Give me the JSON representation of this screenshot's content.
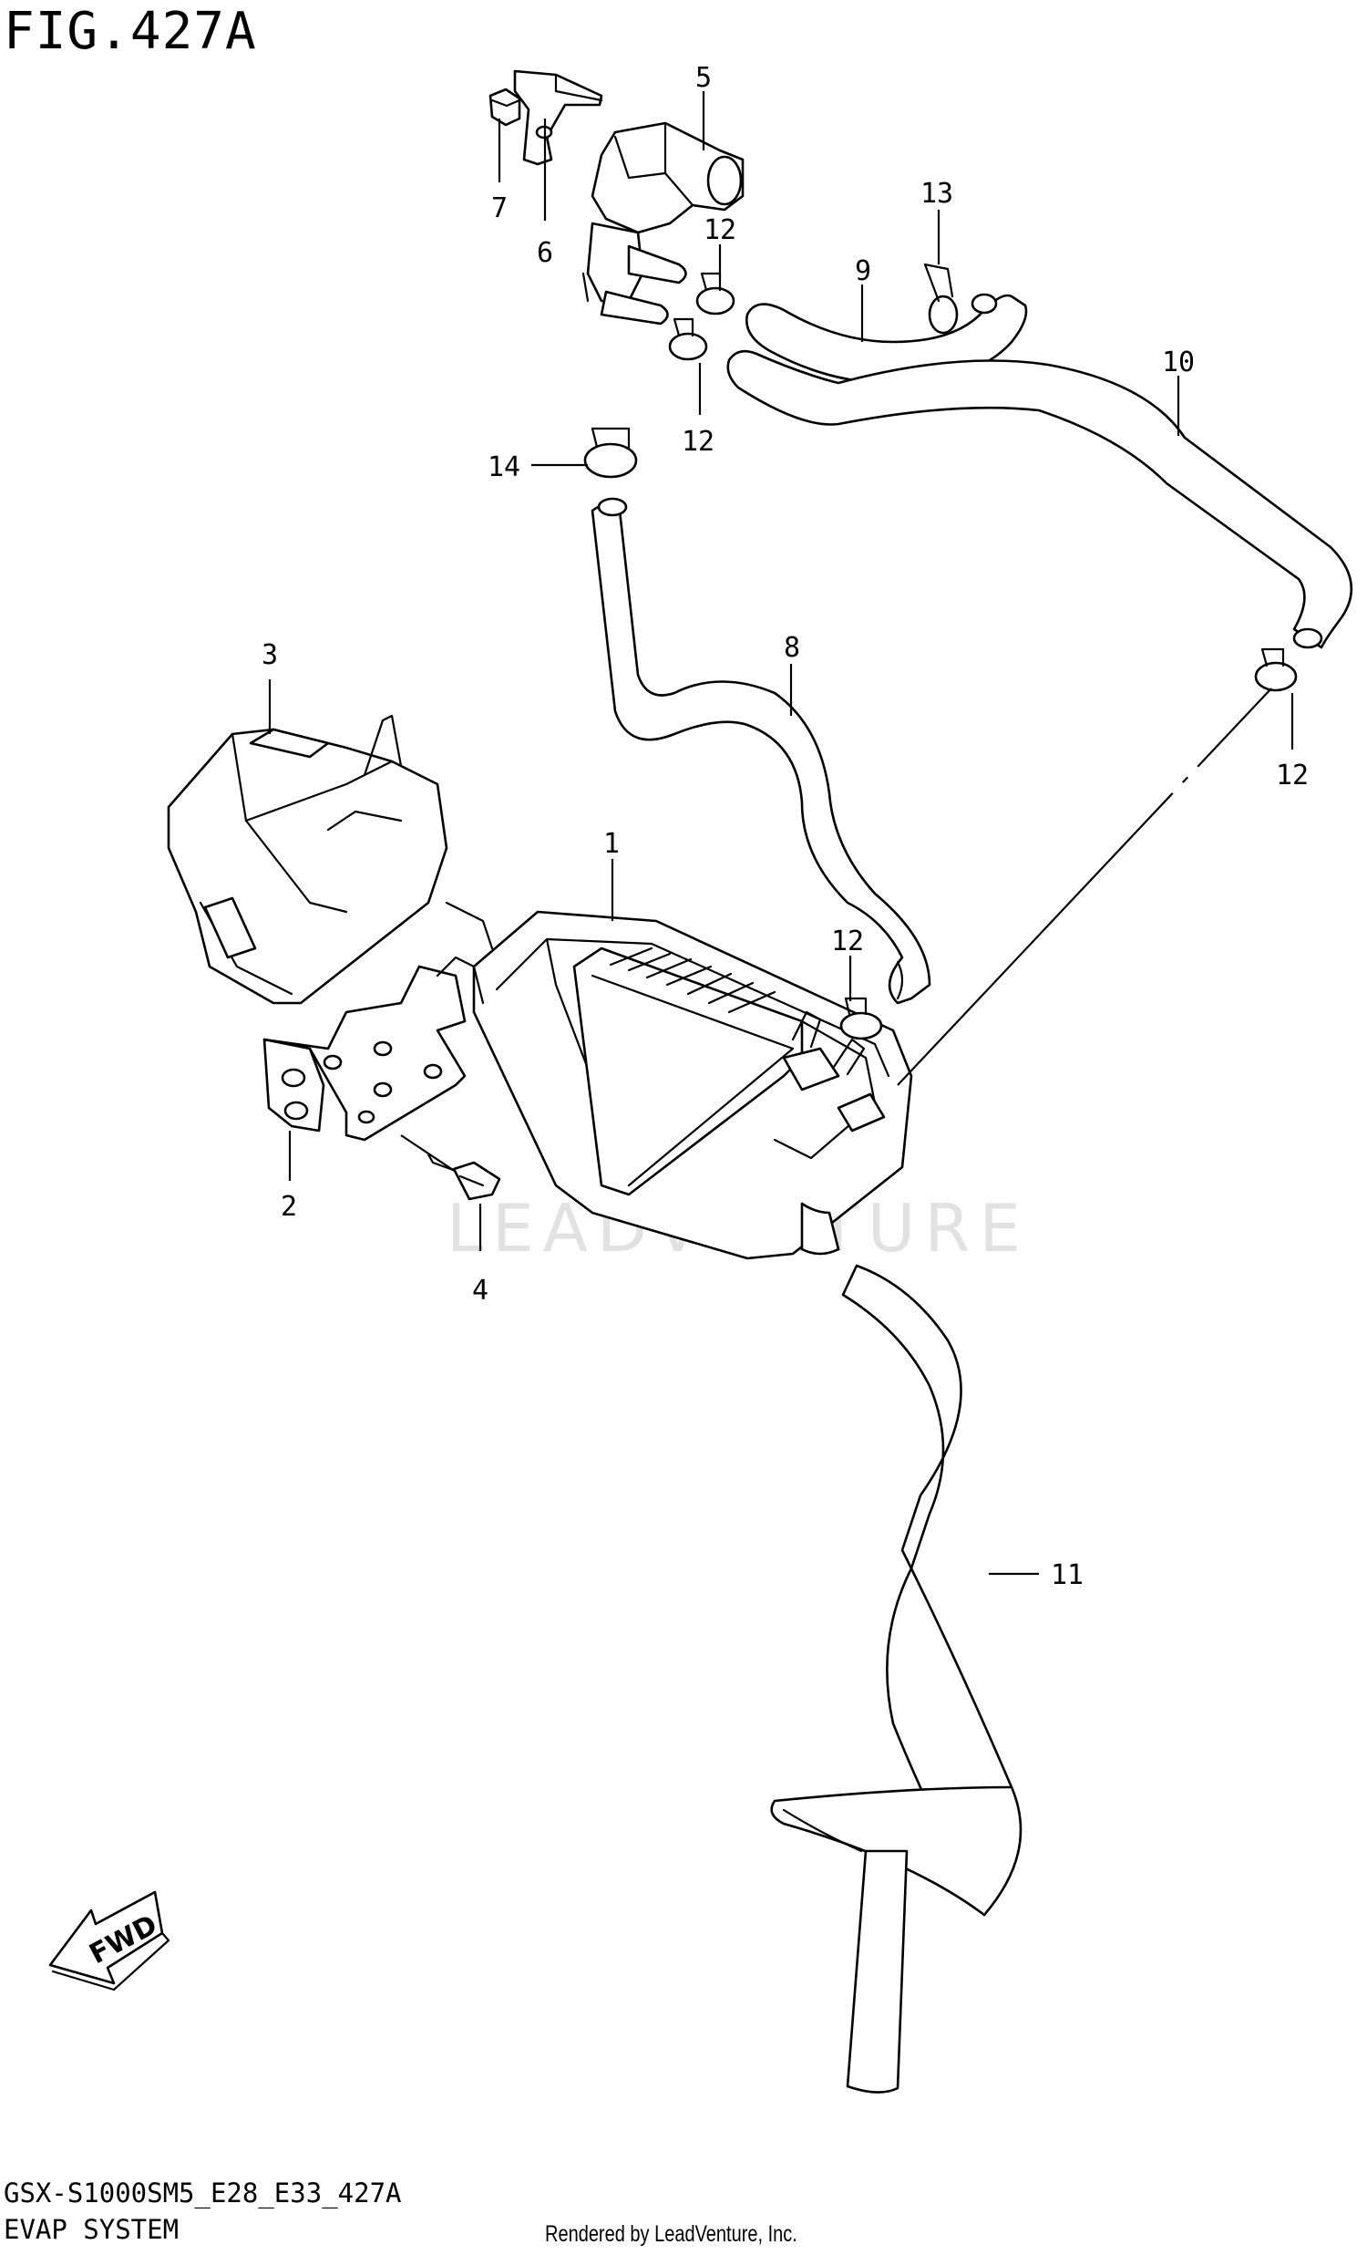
{
  "figure": {
    "title": "FIG.427A",
    "model_code": "GSX-S1000SM5_E28_E33_427A",
    "subtitle": "EVAP SYSTEM",
    "credit": "Rendered by LeadVenture, Inc.",
    "watermark": "LEADVENTURE",
    "direction_marker": "FWD"
  },
  "callouts": [
    {
      "id": "c1",
      "label": "1",
      "part": "canister"
    },
    {
      "id": "c2",
      "label": "2",
      "part": "bracket"
    },
    {
      "id": "c3",
      "label": "3",
      "part": "cover"
    },
    {
      "id": "c4",
      "label": "4",
      "part": "bolt"
    },
    {
      "id": "c5",
      "label": "5",
      "part": "purge-valve"
    },
    {
      "id": "c6",
      "label": "6",
      "part": "valve-bracket"
    },
    {
      "id": "c7",
      "label": "7",
      "part": "nut"
    },
    {
      "id": "c8",
      "label": "8",
      "part": "hose"
    },
    {
      "id": "c9",
      "label": "9",
      "part": "hose"
    },
    {
      "id": "c10",
      "label": "10",
      "part": "hose"
    },
    {
      "id": "c11",
      "label": "11",
      "part": "hose"
    },
    {
      "id": "c12a",
      "label": "12",
      "part": "clamp"
    },
    {
      "id": "c12b",
      "label": "12",
      "part": "clamp"
    },
    {
      "id": "c12c",
      "label": "12",
      "part": "clamp"
    },
    {
      "id": "c12d",
      "label": "12",
      "part": "clamp"
    },
    {
      "id": "c13",
      "label": "13",
      "part": "clip"
    },
    {
      "id": "c14",
      "label": "14",
      "part": "clamp"
    }
  ]
}
